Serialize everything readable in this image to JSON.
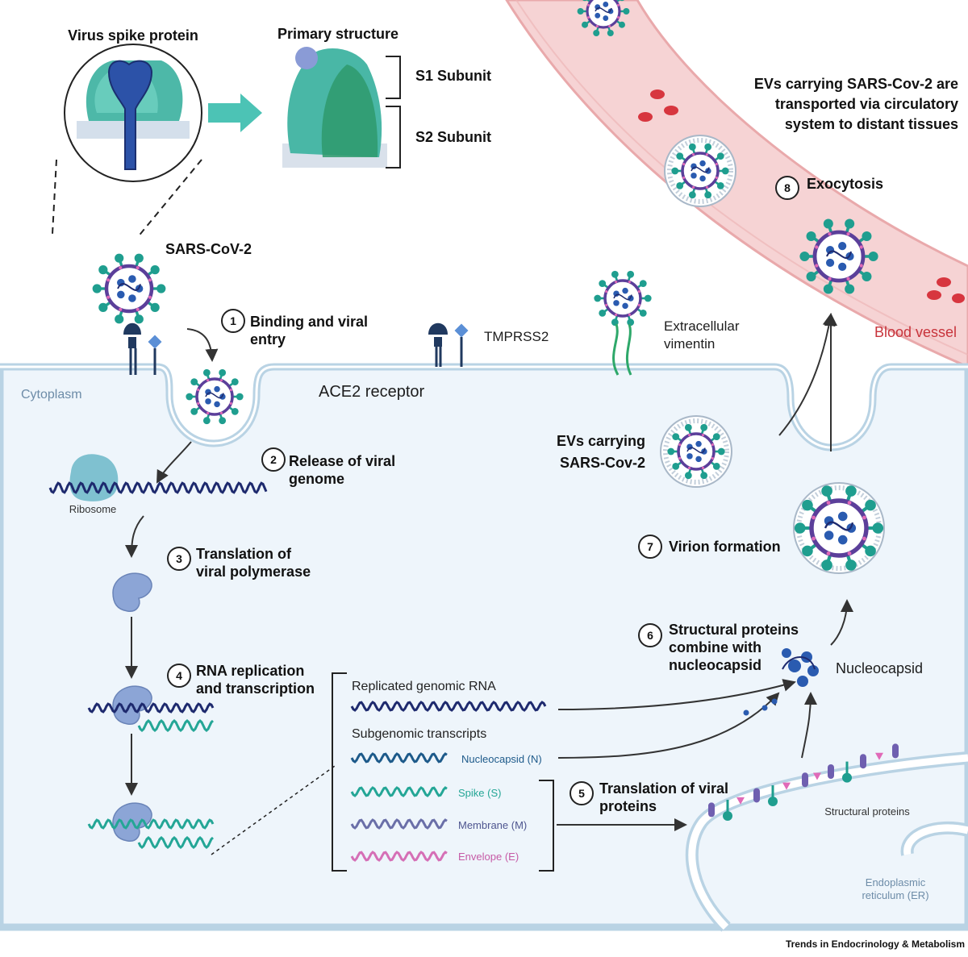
{
  "spike": {
    "title": "Virus spike protein",
    "primary": "Primary structure",
    "s1": "S1 Subunit",
    "s2": "S2 Subunit"
  },
  "virus": {
    "label": "SARS-CoV-2"
  },
  "membrane_labels": {
    "tmprss2": "TMPRSS2",
    "vimentin_line1": "Extracellular",
    "vimentin_line2": "vimentin",
    "ace2": "ACE2 receptor",
    "cytoplasm": "Cytoplasm",
    "ribosome": "Ribosome"
  },
  "vessel": {
    "line1": "EVs carrying SARS-Cov-2 are",
    "line2": "transported via circulatory",
    "line3": "system to distant tissues",
    "blood_vessel": "Blood vessel"
  },
  "steps": [
    {
      "num": "1",
      "line1": "Binding and viral",
      "line2": "entry"
    },
    {
      "num": "2",
      "line1": "Release of viral",
      "line2": "genome"
    },
    {
      "num": "3",
      "line1": "Translation of",
      "line2": "viral polymerase"
    },
    {
      "num": "4",
      "line1": "RNA replication",
      "line2": "and transcription"
    },
    {
      "num": "5",
      "line1": "Translation of viral",
      "line2": "proteins"
    },
    {
      "num": "6",
      "line1": "Structural proteins",
      "line2": "combine with",
      "line3": "nucleocapsid"
    },
    {
      "num": "7",
      "line1": "Virion formation"
    },
    {
      "num": "8",
      "line1": "Exocytosis"
    }
  ],
  "evs": {
    "line1": "EVs carrying",
    "line2": "SARS-Cov-2"
  },
  "rna": {
    "replicated": "Replicated genomic RNA",
    "subgenomic": "Subgenomic transcripts",
    "n": "Nucleocapsid (N)",
    "s": "Spike (S)",
    "m": "Membrane (M)",
    "e": "Envelope (E)"
  },
  "nucleocapsid": "Nucleocapsid",
  "structural_proteins": "Structural proteins",
  "er_line1": "Endoplasmic",
  "er_line2": "reticulum (ER)",
  "footer": "Trends in Endocrinology & Metabolism",
  "colors": {
    "cell_fill": "#eef5fb",
    "membrane": "#b9d3e4",
    "vessel": "#f4c9cb",
    "teal": "#1f9e8f",
    "purple": "#5b3f9a",
    "blue": "#2a5bb0",
    "wave_dark": "#1e2a6e",
    "wave_n": "#1d5a8a",
    "wave_s": "#24a696",
    "wave_m": "#6a6fa8",
    "wave_e": "#d56fb6"
  }
}
